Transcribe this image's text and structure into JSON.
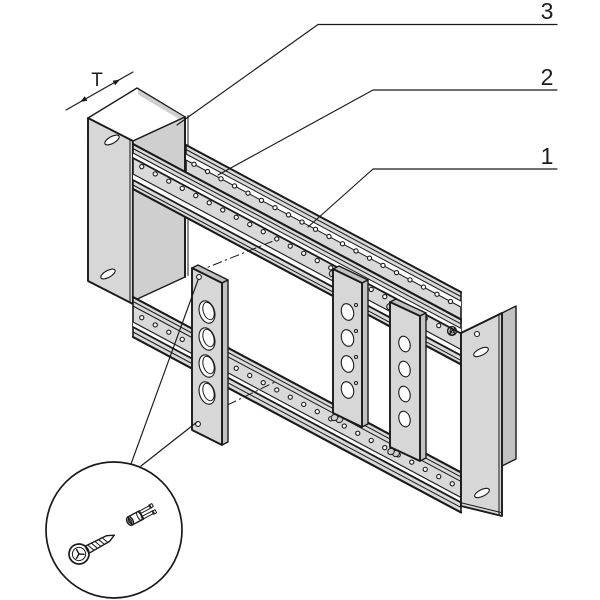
{
  "drawing": {
    "kind": "exploded-assembly-technical-drawing",
    "callouts": [
      {
        "label": "3"
      },
      {
        "label": "2"
      },
      {
        "label": "1"
      }
    ],
    "dimension": {
      "label": "T"
    },
    "detail": {
      "icons": [
        "screw-icon",
        "press-in-insert-icon"
      ]
    },
    "colors": {
      "background": "#ffffff",
      "line": "#1a1a1a",
      "text": "#1c1c1c",
      "panel_light": "#d7d7d7",
      "panel_mid": "#cfcfcf",
      "panel_dark": "#c2c2c2",
      "rail_fill": "#d9d9d9",
      "white": "#ffffff"
    }
  }
}
